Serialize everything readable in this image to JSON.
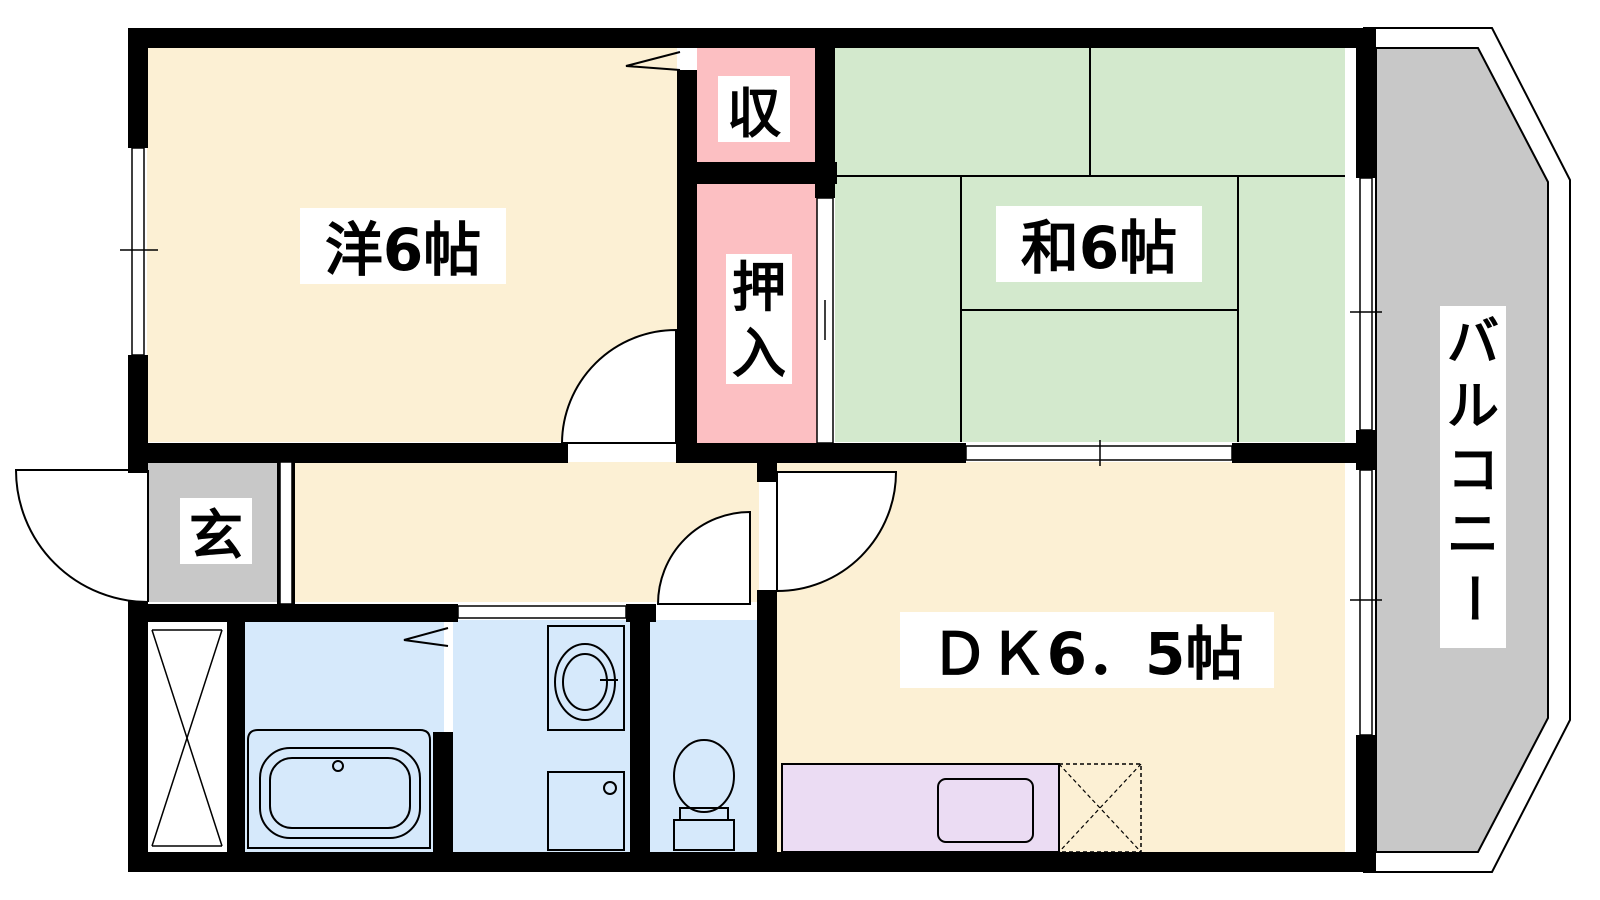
{
  "rooms": {
    "western": {
      "label": "洋6帖"
    },
    "storage": {
      "label": "収"
    },
    "closet": {
      "label_top": "押",
      "label_bottom": "入"
    },
    "japanese": {
      "label": "和6帖"
    },
    "entrance": {
      "label": "玄"
    },
    "dk": {
      "label": "ＤＫ6．5帖"
    },
    "balcony": {
      "label_chars": [
        "バ",
        "ル",
        "コ",
        "ニ",
        "ー"
      ]
    }
  },
  "colors": {
    "western_floor": "#fcf0d4",
    "dk_floor": "#fcf0d4",
    "hall_floor": "#fcf0d4",
    "japanese_floor": "#d3e9cd",
    "closet_floor": "#fcbfc2",
    "wet_area_floor": "#d6e9fb",
    "entrance_floor": "#c8c8c8",
    "balcony_floor": "#c8c8c8",
    "kitchen_counter": "#ebdcf3",
    "wall": "#000000"
  }
}
